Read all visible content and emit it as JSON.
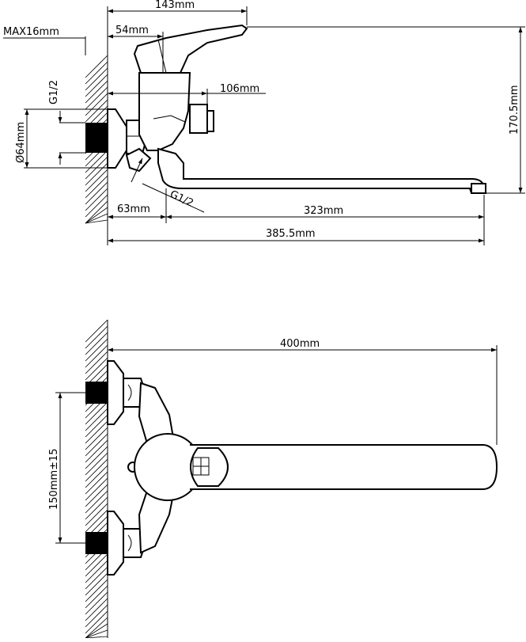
{
  "top_view": {
    "dim_143": "143mm",
    "dim_54": "54mm",
    "dim_max16": "MAX16mm",
    "dim_g12_top": "G1/2",
    "dim_106": "106mm",
    "dim_dia64": "Ø64mm",
    "dim_170_5": "170.5mm",
    "dim_g12_bottom": "G1/2",
    "dim_63": "63mm",
    "dim_323": "323mm",
    "dim_385_5": "385.5mm"
  },
  "front_view": {
    "dim_400": "400mm",
    "dim_150": "150mm±15"
  }
}
